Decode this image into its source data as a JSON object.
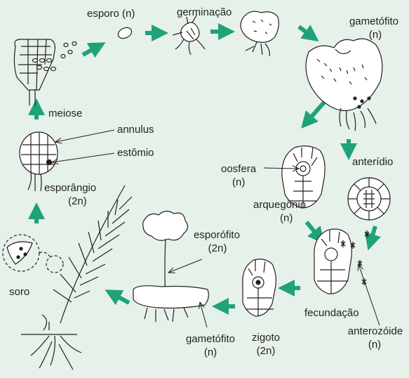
{
  "colors": {
    "background": "#e6f1ea",
    "arrow": "#1fa27a",
    "line": "#231f20"
  },
  "labels": {
    "esporo": "esporo (n)",
    "germinacao": "germinação",
    "gametofito_top": "gametófito",
    "gametofito_top_n": "(n)",
    "meiose": "meiose",
    "annulus": "annulus",
    "estomio": "estômio",
    "esporangio": "esporângio",
    "esporangio_ploidy": "(2n)",
    "oosfera": "oosfera",
    "oosfera_n": "(n)",
    "anteridio": "anterídio",
    "arquegonio": "arquegônio",
    "arquegonio_n": "(n)",
    "esporofito": "esporófito",
    "esporofito_ploidy": "(2n)",
    "soro": "soro",
    "fecundacao": "fecundação",
    "anterozoide": "anterozóide",
    "anterozoide_n": "(n)",
    "zigoto": "zigoto",
    "zigoto_ploidy": "(2n)",
    "gametofito_bottom": "gametófito",
    "gametofito_bottom_n": "(n)"
  }
}
